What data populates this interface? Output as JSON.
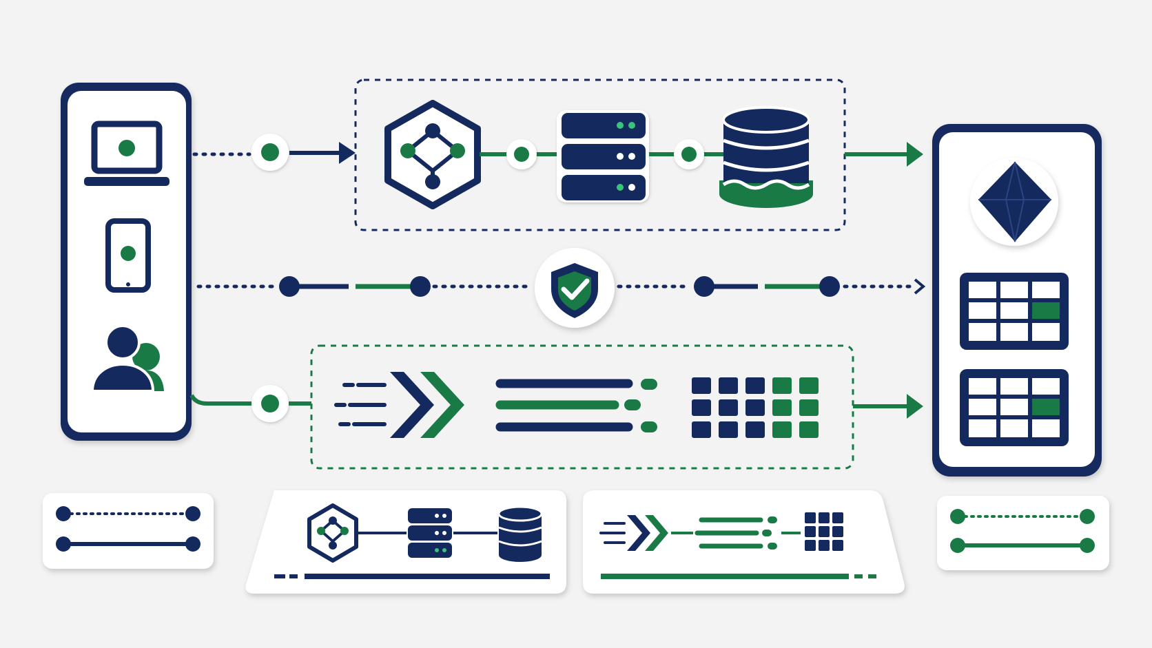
{
  "colors": {
    "background": "#f3f3f3",
    "navy": "#14295e",
    "green": "#1a7a45",
    "card": "#ffffff"
  },
  "sources": {
    "icons": [
      "laptop-icon",
      "smartphone-icon",
      "users-icon"
    ]
  },
  "flows": [
    {
      "name": "batch-flow",
      "color": "navy",
      "stages": [
        "network-graph-icon",
        "server-stack-icon",
        "database-icon"
      ]
    },
    {
      "name": "secure-flow",
      "color": "mixed",
      "stages": [
        "shield-check-icon"
      ]
    },
    {
      "name": "stream-flow",
      "color": "green",
      "stages": [
        "fast-forward-icon",
        "list-lines-icon",
        "grid-blocks-icon"
      ]
    }
  ],
  "destination": {
    "icons": [
      "diamond-gem-icon",
      "table-grid-icon",
      "table-grid-icon"
    ]
  },
  "legend": {
    "items": [
      "navy-connector-legend",
      "batch-summary-legend",
      "stream-summary-legend",
      "green-connector-legend"
    ]
  }
}
